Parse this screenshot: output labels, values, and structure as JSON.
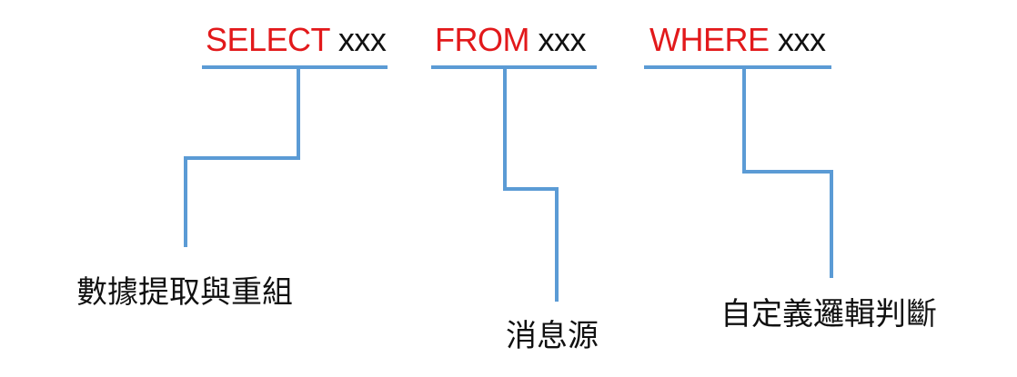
{
  "clauses": [
    {
      "keyword": "SELECT",
      "argument": "xxx",
      "description": "數據提取與重組"
    },
    {
      "keyword": "FROM",
      "argument": "xxx",
      "description": "消息源"
    },
    {
      "keyword": "WHERE",
      "argument": "xxx",
      "description": "自定義邏輯判斷"
    }
  ],
  "colors": {
    "keyword": "#e2191b",
    "argument": "#111111",
    "connector": "#5b9bd5",
    "label": "#111111"
  }
}
